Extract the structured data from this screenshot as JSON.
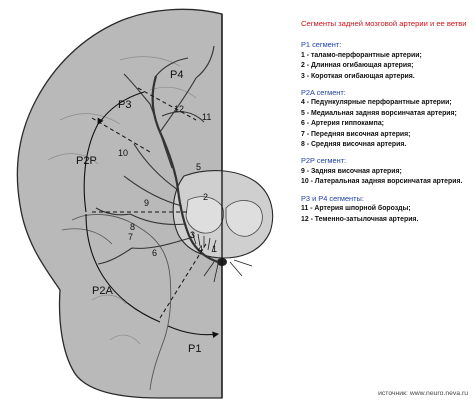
{
  "legend": {
    "title": "Сегменты задней мозговой артерии и ее ветви",
    "groups": [
      {
        "heading": "P1 сегмент:",
        "items": [
          "1 - таламо-перфорантные артерии;",
          "2 - Длинная огибающая артерия;",
          "3 - Короткая огибающая артерия."
        ]
      },
      {
        "heading": "P2A сегмент:",
        "items": [
          "4 - Педункулярные перфорантные артерии;",
          "5 - Медиальная задняя ворсинчатая артерия;",
          "6 - Артерия гиппокампа;",
          "7 - Передняя височная артерия;",
          "8 - Средняя височная артерия."
        ]
      },
      {
        "heading": "P2P сегмент:",
        "items": [
          "9 - Задняя височная артерия;",
          "10 - Латеральная задняя ворсинчатая артерия."
        ]
      },
      {
        "heading": "P3 и P4 сегменты:",
        "items": [
          "11 - Артерия шпорной борозды;",
          "12 - Теменно-затылочная артерия."
        ]
      }
    ]
  },
  "source": "источник: www.neuro.neva.ru",
  "diagram": {
    "segment_labels": {
      "p1": "P1",
      "p2a": "P2A",
      "p2p": "P2P",
      "p3": "P3",
      "p4": "P4"
    },
    "branch_numbers": {
      "n1": "1",
      "n2": "2",
      "n3": "3",
      "n4": "4",
      "n5": "5",
      "n6": "6",
      "n7": "7",
      "n8": "8",
      "n9": "9",
      "n10": "10",
      "n11": "11",
      "n12": "12"
    },
    "colors": {
      "brain_fill": "#b9b9b9",
      "brain_outline": "#2a2a2a",
      "midbrain_fill": "#cfcfcf",
      "title_red": "#d8121a",
      "heading_blue": "#1e3fa8"
    }
  }
}
